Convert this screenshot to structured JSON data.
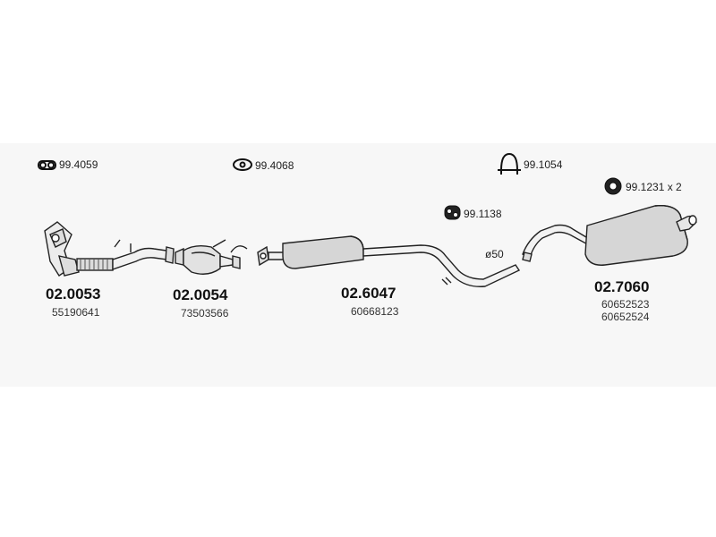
{
  "accessories": [
    {
      "code": "99.4059",
      "icon": "double-ring-clamp-icon"
    },
    {
      "code": "99.4068",
      "icon": "oval-gasket-icon"
    },
    {
      "code": "99.1054",
      "icon": "u-bolt-clamp-icon"
    },
    {
      "code": "99.1138",
      "icon": "rubber-hanger-icon"
    },
    {
      "code": "99.1231 x 2",
      "icon": "rubber-mount-icon"
    }
  ],
  "diameter_label": "ø50",
  "parts": [
    {
      "part_number": "02.0053",
      "oem": [
        "55190641"
      ]
    },
    {
      "part_number": "02.0054",
      "oem": [
        "73503566"
      ]
    },
    {
      "part_number": "02.6047",
      "oem": [
        "60668123"
      ]
    },
    {
      "part_number": "02.7060",
      "oem": [
        "60652523",
        "60652524"
      ]
    }
  ]
}
